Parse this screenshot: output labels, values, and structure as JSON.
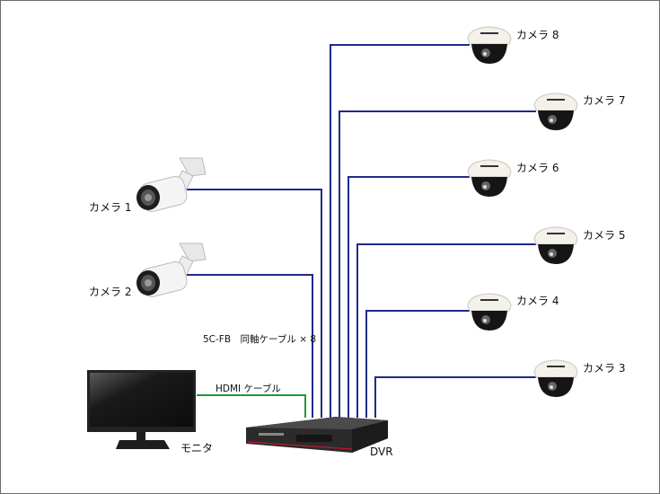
{
  "diagram": {
    "title": "",
    "colors": {
      "coax_cable": "#1f2a8a",
      "hdmi_cable": "#1a9a3a",
      "border": "#6b6b6b",
      "dvr_accent": "#c0182a"
    },
    "cameras": [
      {
        "id": "camera-1",
        "label": "カメラ 1",
        "type": "bullet"
      },
      {
        "id": "camera-2",
        "label": "カメラ 2",
        "type": "bullet"
      },
      {
        "id": "camera-3",
        "label": "カメラ 3",
        "type": "dome"
      },
      {
        "id": "camera-4",
        "label": "カメラ 4",
        "type": "dome"
      },
      {
        "id": "camera-5",
        "label": "カメラ 5",
        "type": "dome"
      },
      {
        "id": "camera-6",
        "label": "カメラ 6",
        "type": "dome"
      },
      {
        "id": "camera-7",
        "label": "カメラ 7",
        "type": "dome"
      },
      {
        "id": "camera-8",
        "label": "カメラ 8",
        "type": "dome"
      }
    ],
    "coax_label": "5C-FB　同軸ケーブル × 8",
    "hdmi_label": "HDMI ケーブル",
    "monitor_label": "モニタ",
    "dvr_label": "DVR"
  }
}
